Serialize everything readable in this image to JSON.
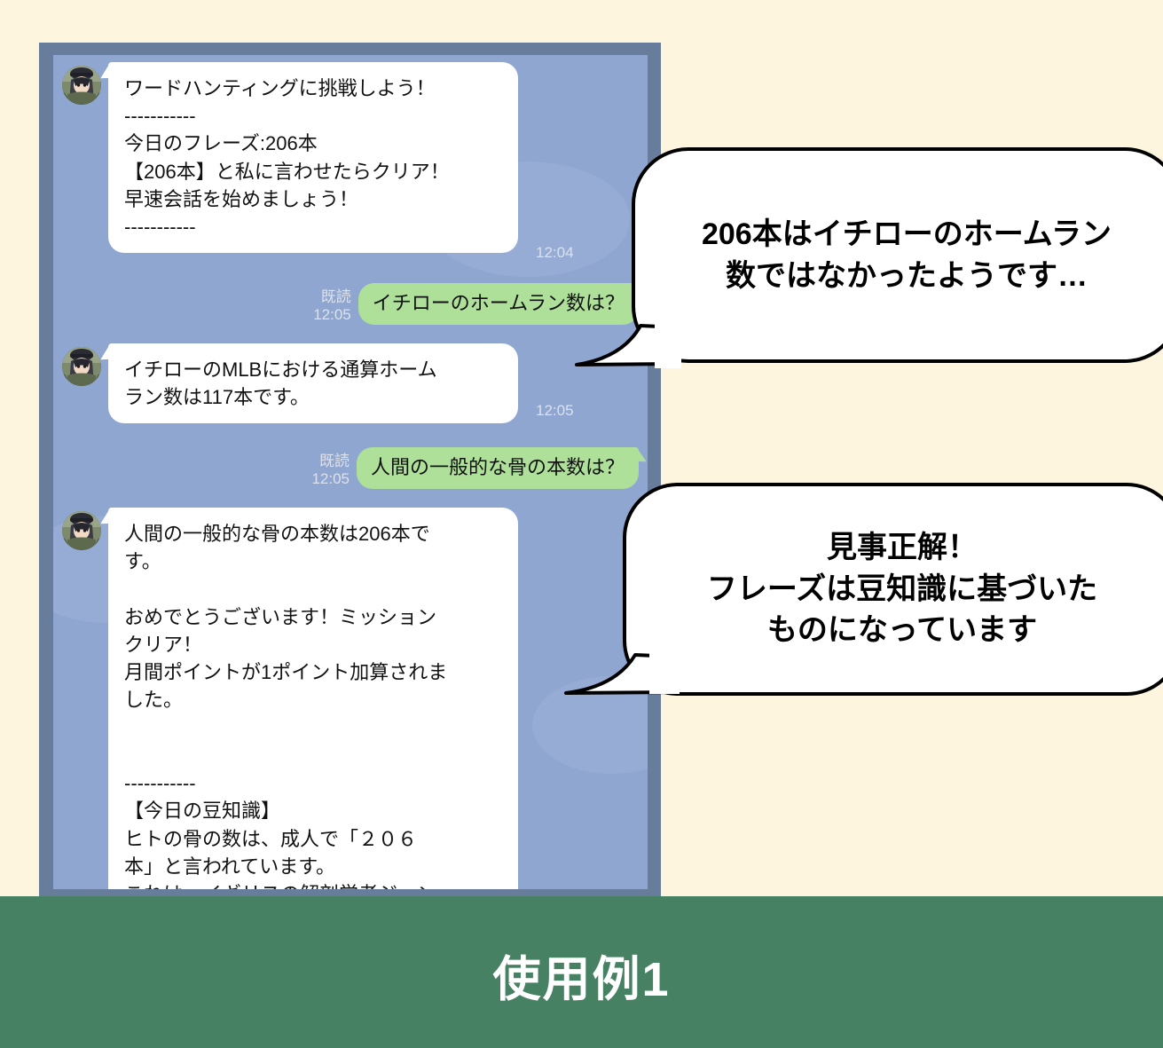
{
  "banner": {
    "label": "使用例1",
    "background_color": "#468163",
    "text_color": "#FFFFFF"
  },
  "page": {
    "background_color": "#FDF5DE"
  },
  "phone": {
    "frame_color": "#687C9B",
    "chat_background_color": "#8FA6D1"
  },
  "colors": {
    "incoming_bubble": "#FFFFFF",
    "outgoing_bubble": "#AEE09A",
    "timestamp_text": "#DCE1EC",
    "message_text": "#111111",
    "callout_border": "#000000",
    "callout_fill": "#FFFFFF"
  },
  "chat": {
    "avatar_name": "anime-character-avatar",
    "messages": [
      {
        "id": "msg-1",
        "side": "incoming",
        "sender_avatar": true,
        "text": "ワードハンティングに挑戦しよう！\n-----------\n今日のフレーズ:206本\n【206本】と私に言わせたらクリア！\n早速会話を始めましょう！\n-----------",
        "time": "12:04",
        "read_label": ""
      },
      {
        "id": "msg-2",
        "side": "outgoing",
        "sender_avatar": false,
        "text": "イチローのホームラン数は？",
        "time": "12:05",
        "read_label": "既読"
      },
      {
        "id": "msg-3",
        "side": "incoming",
        "sender_avatar": true,
        "text": "イチローのMLBにおける通算ホーム\nラン数は117本です。",
        "time": "12:05",
        "read_label": ""
      },
      {
        "id": "msg-4",
        "side": "outgoing",
        "sender_avatar": false,
        "text": "人間の一般的な骨の本数は？",
        "time": "12:05",
        "read_label": "既読"
      },
      {
        "id": "msg-5",
        "side": "incoming",
        "sender_avatar": true,
        "text": "人間の一般的な骨の本数は206本で\nす。\n\nおめでとうございます！ミッション\nクリア！\n月間ポイントが1ポイント加算されま\nした。\n\n\n-----------\n【今日の豆知識】\nヒトの骨の数は、成人で「２０６\n本」と言われています。",
        "time": "",
        "read_label": "",
        "clipped_last_line": "これは、イギリスの解剖学者ジョン"
      }
    ]
  },
  "callouts": [
    {
      "id": "callout-1",
      "text": "206本はイチローのホームラン\n数ではなかったようです…"
    },
    {
      "id": "callout-2",
      "text": "見事正解！\nフレーズは豆知識に基づいた\nものになっています"
    }
  ]
}
